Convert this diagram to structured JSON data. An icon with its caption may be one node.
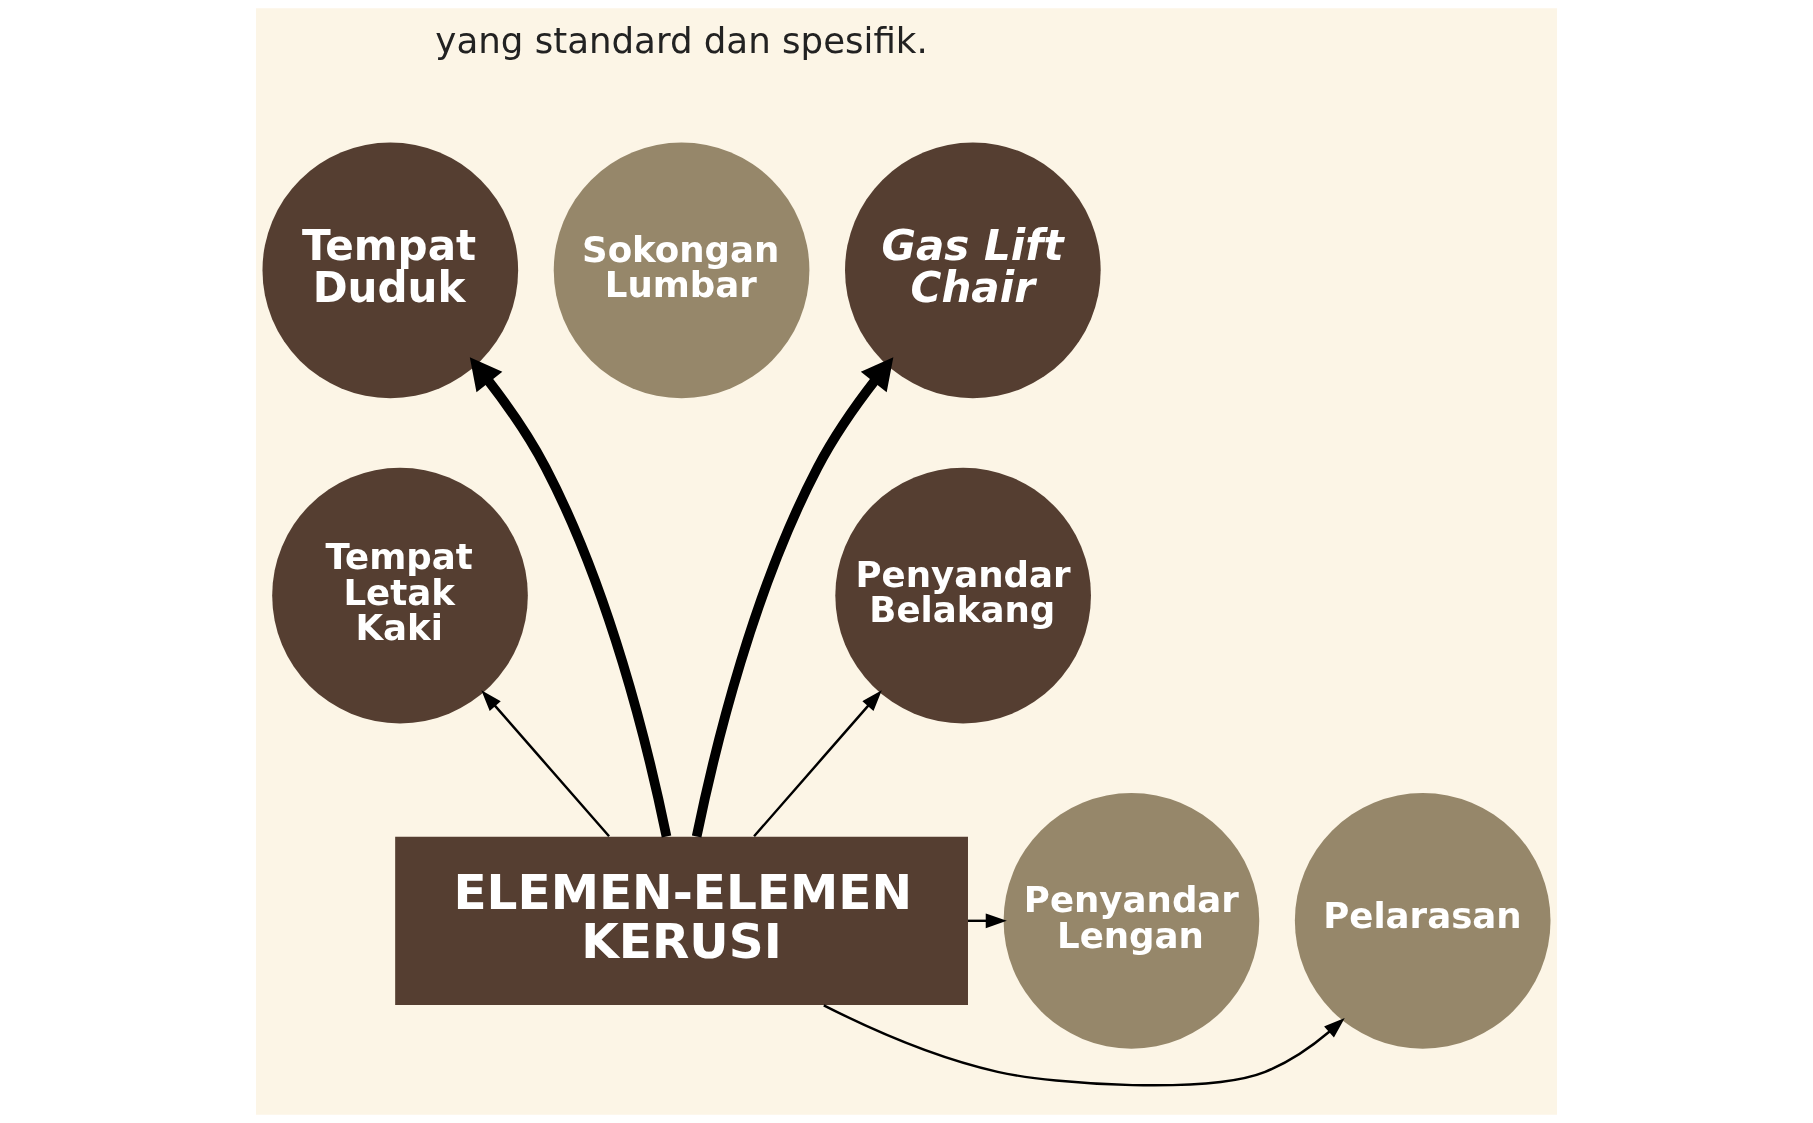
{
  "diagram": {
    "nodes": [
      {
        "text": [
          "ELEMEN-ELEMEN KERUSI"
        ]
      },
      {
        "text": [
          "Pelarasan"
        ]
      },
      {
        "text": [
          "Tempat Letak Kaki"
        ]
      },
      {
        "text": [
          "Tempat Duduk"
        ]
      },
      {
        "text": [
          "Sokongan Lumbar"
        ]
      },
      {
        "text": [
          "Gas Lift Chair"
        ]
      },
      {
        "text": [
          "Penyandar Belakang"
        ]
      },
      {
        "text": [
          "Penyandar Lengan"
        ]
      }
    ],
    "edges": [
      {
        "from": 0,
        "to": 1,
        "arrow": "to"
      },
      {
        "from": 0,
        "to": 2,
        "arrow": "to"
      },
      {
        "from": 0,
        "to": 3,
        "arrow": "to",
        "style": "thick"
      },
      {
        "from": 0,
        "to": 5,
        "arrow": "to",
        "style": "thick"
      },
      {
        "from": 0,
        "to": 6,
        "arrow": "to"
      },
      {
        "from": 0,
        "to": 7,
        "arrow": "to"
      }
    ],
    "labels": [
      "yang standard dan spesifik."
    ]
  }
}
